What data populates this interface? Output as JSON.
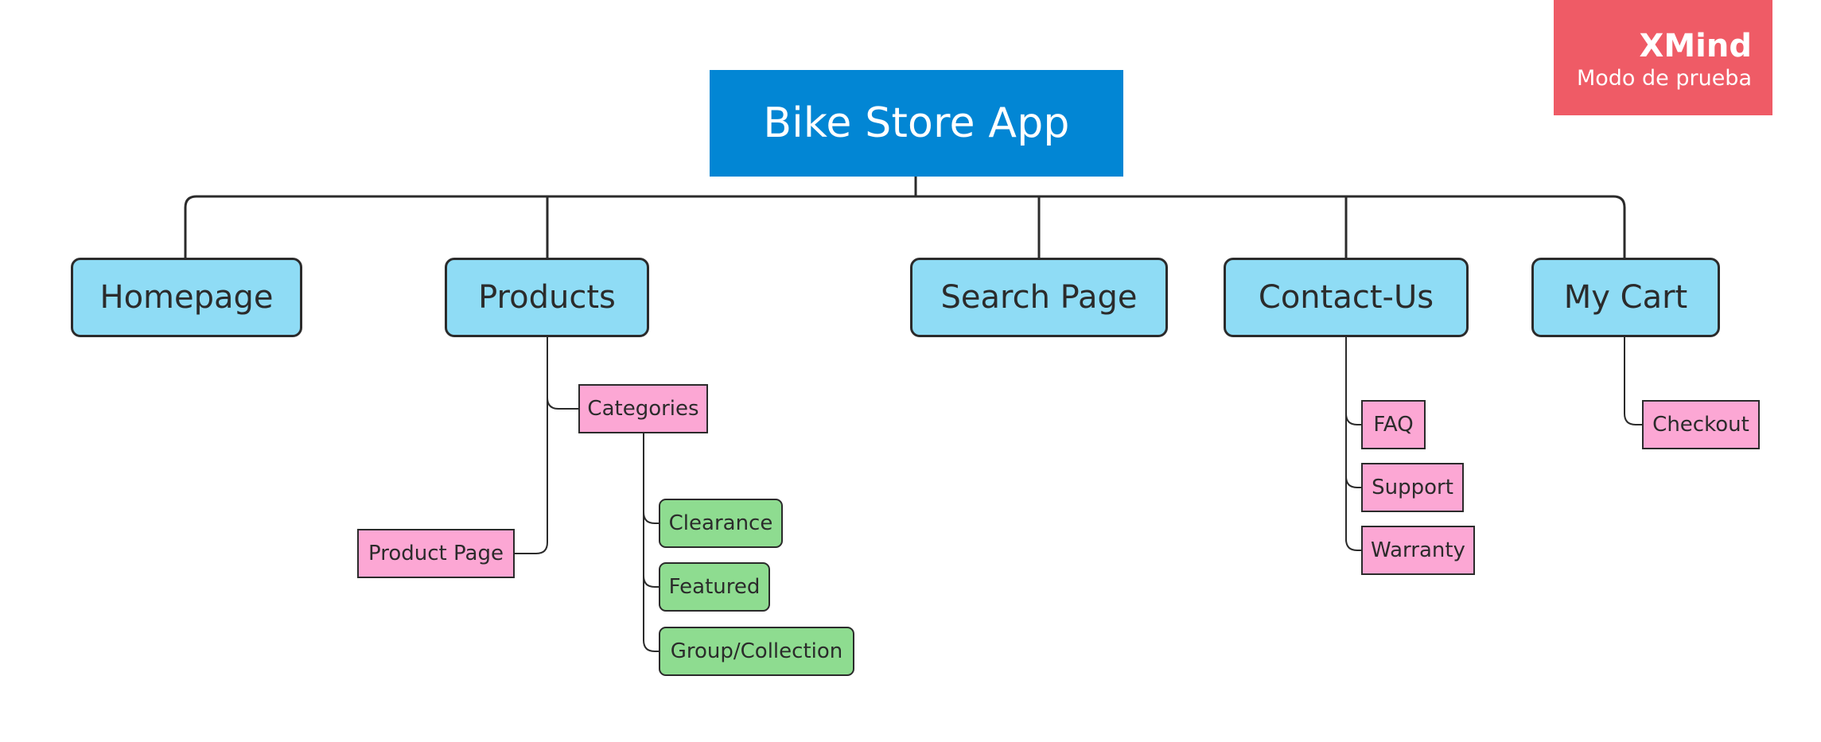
{
  "watermark": {
    "title": "XMind",
    "subtitle": "Modo de prueba"
  },
  "map": {
    "root": "Bike Store App",
    "topics": {
      "homepage": "Homepage",
      "products": "Products",
      "search_page": "Search Page",
      "contact_us": "Contact-Us",
      "my_cart": "My Cart"
    },
    "products_children": {
      "categories": "Categories",
      "product_page": "Product Page"
    },
    "categories_children": [
      "Clearance",
      "Featured",
      "Group/Collection"
    ],
    "contact_children": [
      "FAQ",
      "Support",
      "Warranty"
    ],
    "cart_children": [
      "Checkout"
    ]
  },
  "colors": {
    "root_fill": "#0286d4",
    "topic_fill": "#8fdcf5",
    "subtopic_fill": "#fca7d4",
    "category_fill": "#8edc90",
    "watermark_fill": "#ef5b66",
    "line": "#2b2b2b"
  }
}
